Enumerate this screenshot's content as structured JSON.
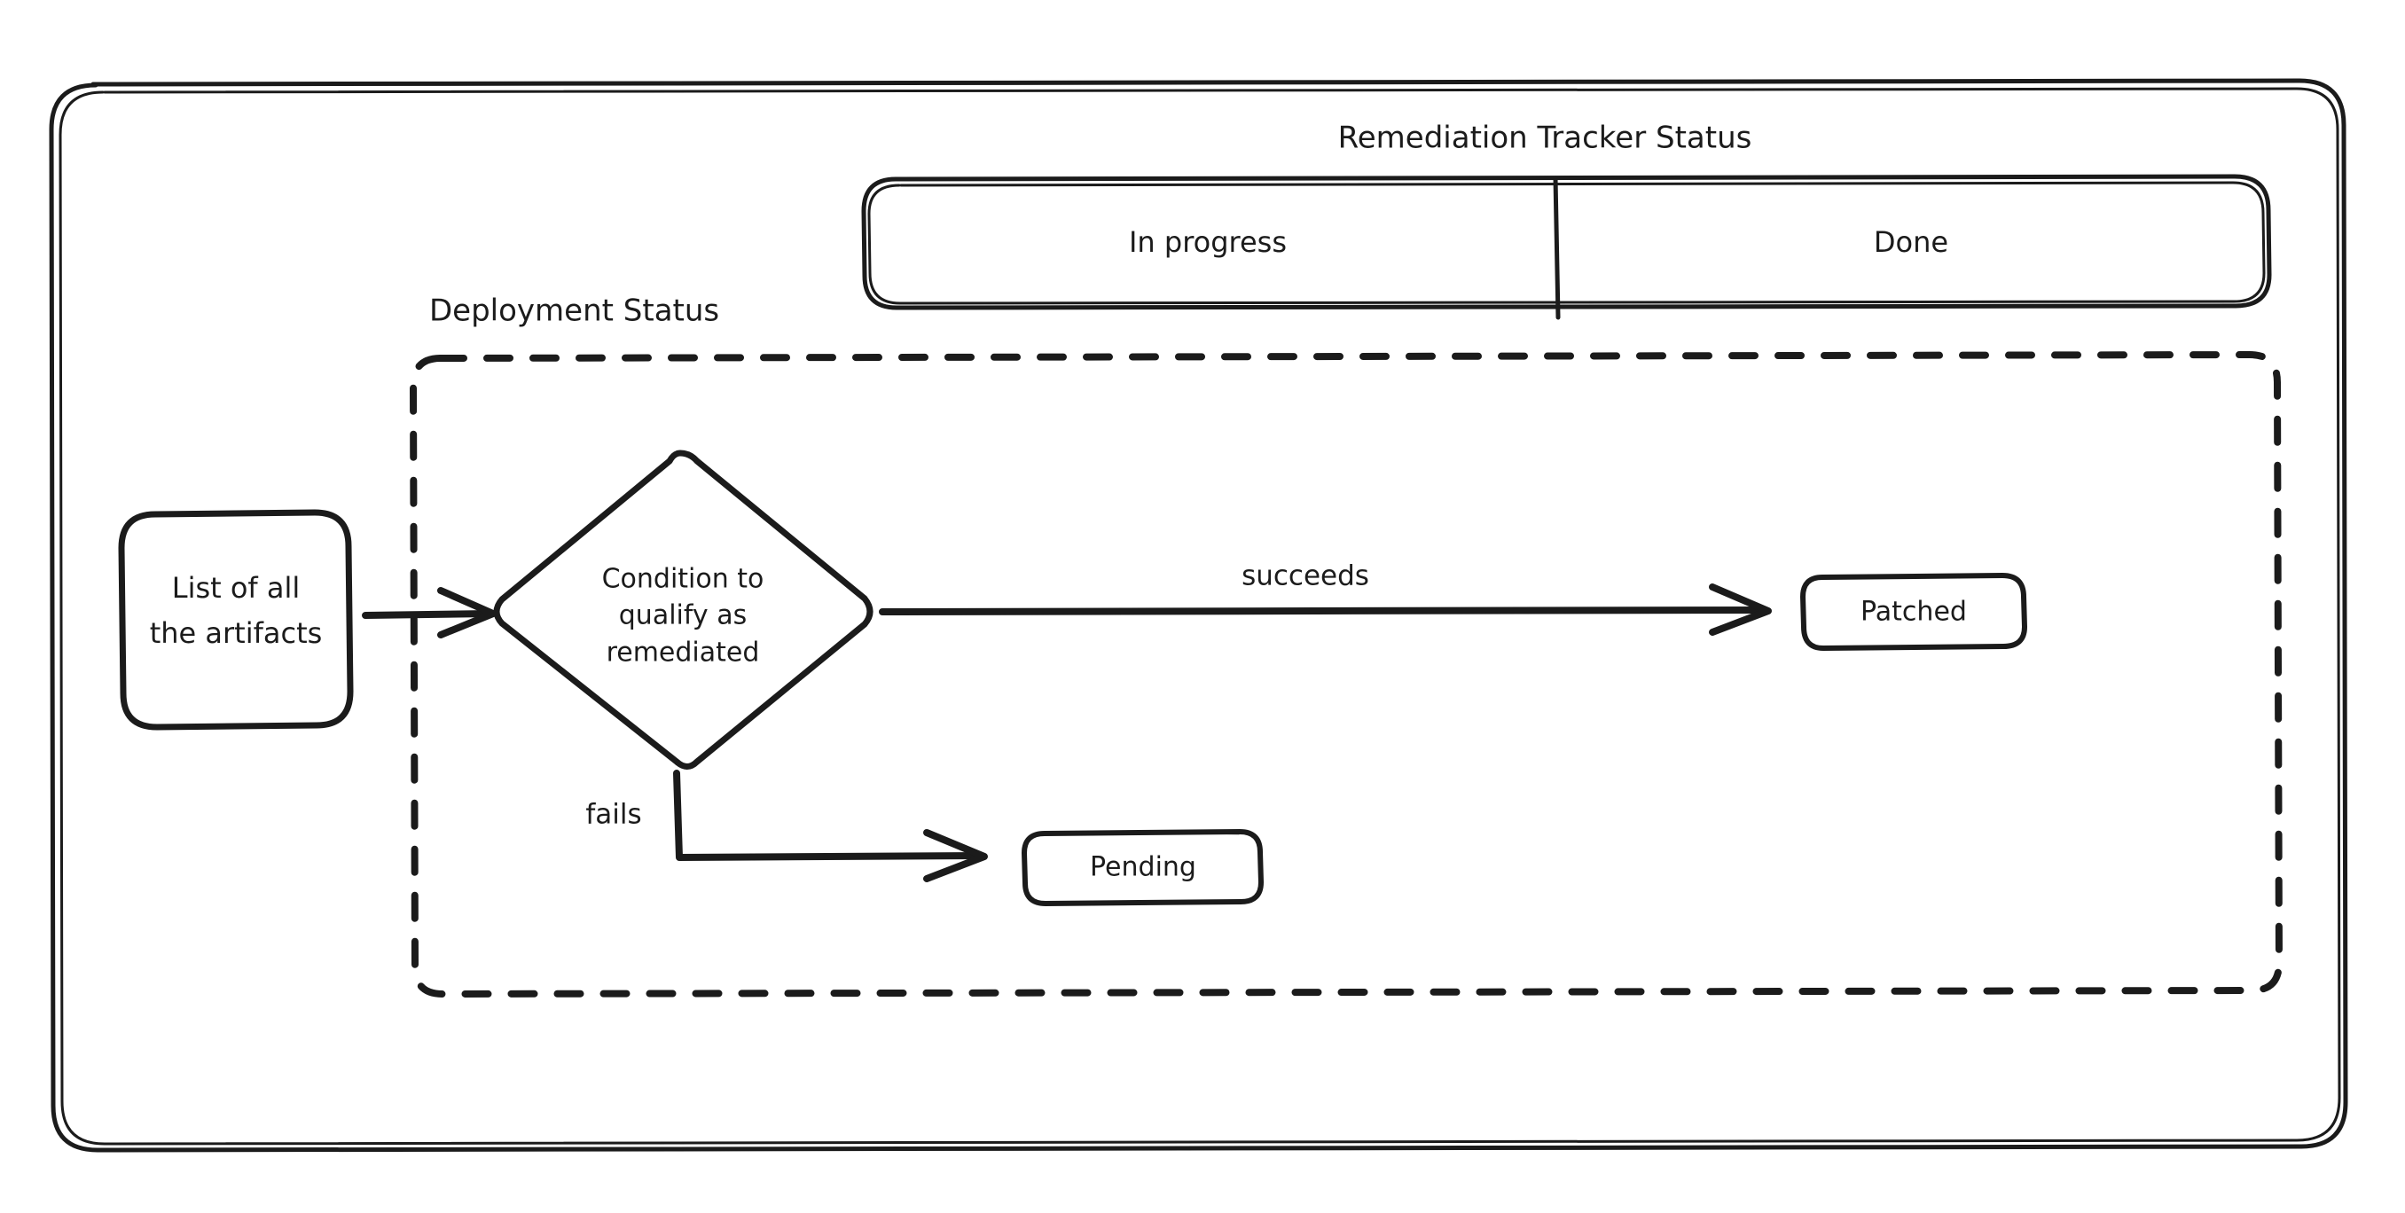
{
  "diagram": {
    "title_label": "Remediation Tracker Status",
    "group_label": "Deployment Status",
    "background_color": "#ffffff",
    "stroke_color": "#1b1b1b",
    "tracker_cells": [
      {
        "label": "In progress"
      },
      {
        "label": "Done"
      }
    ],
    "nodes": [
      {
        "id": "artifacts",
        "label_line1": "List of all",
        "label_line2": "the artifacts",
        "shape": "rounded-rect"
      },
      {
        "id": "condition",
        "label_line1": "Condition to",
        "label_line2": "qualify as",
        "label_line3": "remediated",
        "shape": "diamond"
      },
      {
        "id": "patched",
        "label": "Patched",
        "shape": "rounded-rect"
      },
      {
        "id": "pending",
        "label": "Pending",
        "shape": "rounded-rect"
      }
    ],
    "edges": [
      {
        "id": "artifacts-to-condition",
        "label": "",
        "from": "artifacts",
        "to": "condition"
      },
      {
        "id": "condition-to-patched",
        "label": "succeeds",
        "from": "condition",
        "to": "patched"
      },
      {
        "id": "condition-to-pending",
        "label": "fails",
        "from": "condition",
        "to": "pending"
      }
    ]
  }
}
